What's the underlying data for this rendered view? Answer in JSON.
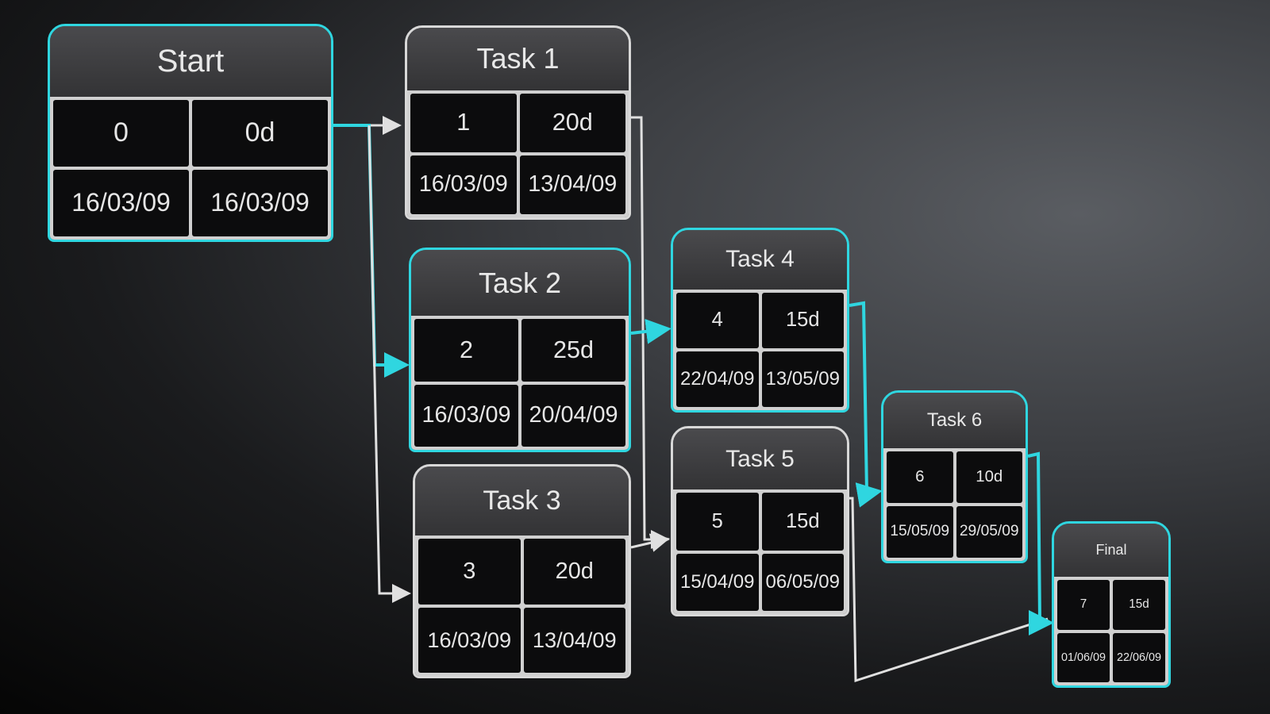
{
  "colors": {
    "critical": "#2fd6e0",
    "normal": "#d8d8d8"
  },
  "nodes": [
    {
      "title": "Start",
      "id": "0",
      "duration": "0d",
      "start": "16/03/09",
      "finish": "16/03/09",
      "critical": true
    },
    {
      "title": "Task 1",
      "id": "1",
      "duration": "20d",
      "start": "16/03/09",
      "finish": "13/04/09",
      "critical": false
    },
    {
      "title": "Task 2",
      "id": "2",
      "duration": "25d",
      "start": "16/03/09",
      "finish": "20/04/09",
      "critical": true
    },
    {
      "title": "Task 3",
      "id": "3",
      "duration": "20d",
      "start": "16/03/09",
      "finish": "13/04/09",
      "critical": false
    },
    {
      "title": "Task 4",
      "id": "4",
      "duration": "15d",
      "start": "22/04/09",
      "finish": "13/05/09",
      "critical": true
    },
    {
      "title": "Task 5",
      "id": "5",
      "duration": "15d",
      "start": "15/04/09",
      "finish": "06/05/09",
      "critical": false
    },
    {
      "title": "Task 6",
      "id": "6",
      "duration": "10d",
      "start": "15/05/09",
      "finish": "29/05/09",
      "critical": true
    },
    {
      "title": "Final",
      "id": "7",
      "duration": "15d",
      "start": "01/06/09",
      "finish": "22/06/09",
      "critical": true
    }
  ]
}
